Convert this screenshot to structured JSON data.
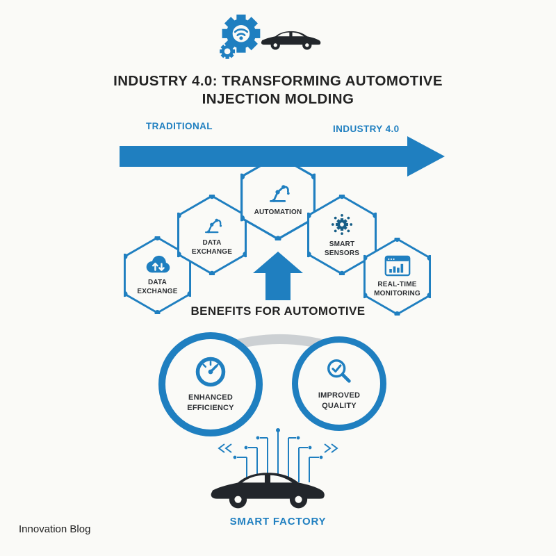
{
  "colors": {
    "accent_blue": "#1f7fc0",
    "sensor_blue": "#175e87",
    "dark": "#22262b",
    "background": "#fafaf7",
    "connector_gray": "#ccd0d3"
  },
  "header": {
    "icons": [
      "gear-wifi-icon",
      "car-icon"
    ],
    "title_line1": "INDUSTRY 4.0: TRANSFORMING AUTOMOTIVE",
    "title_line2": "INJECTION MOLDING"
  },
  "transition": {
    "left_label": "TRADITIONAL",
    "right_label": "INDUSTRY 4.0"
  },
  "hexagons": [
    {
      "label": "DATA EXCHANGE",
      "icon": "cloud-sync-icon"
    },
    {
      "label": "DATA EXCHANGE",
      "icon": "robot-arm-icon"
    },
    {
      "label": "AUTOMATION",
      "icon": "robot-arm-icon"
    },
    {
      "label": "SMART SENSORS",
      "icon": "sensor-burst-icon"
    },
    {
      "label": "REAL-TIME MONITORING",
      "icon": "dashboard-chart-icon"
    }
  ],
  "benefits": {
    "heading": "BENEFITS FOR AUTOMOTIVE",
    "items": [
      {
        "label": "ENHANCED EFFICIENCY",
        "icon": "gauge-icon"
      },
      {
        "label": "IMPROVED QUALITY",
        "icon": "magnifier-check-icon"
      }
    ]
  },
  "footer": {
    "smart_factory_label": "SMART FACTORY",
    "credit": "Innovation Blog",
    "icons": [
      "circuit-lines-icon",
      "car-icon"
    ]
  }
}
